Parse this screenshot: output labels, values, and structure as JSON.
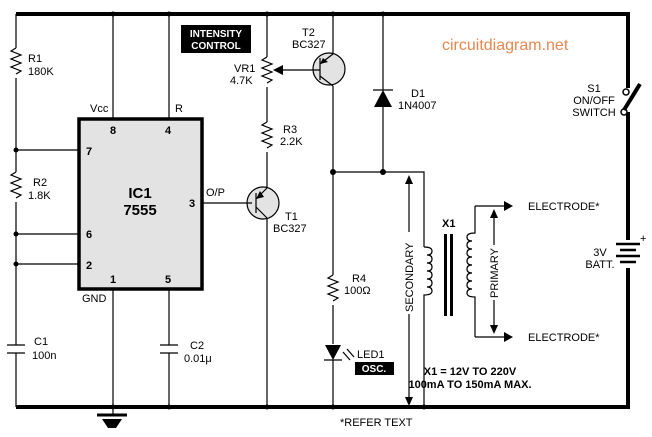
{
  "watermark": "circuitdiagram.net",
  "labels": {
    "intensity_control": [
      "INTENSITY",
      "CONTROL"
    ],
    "r1": {
      "name": "R1",
      "value": "180K"
    },
    "r2": {
      "name": "R2",
      "value": "1.8K"
    },
    "r3": {
      "name": "R3",
      "value": "2.2K"
    },
    "r4": {
      "name": "R4",
      "value": "100Ω"
    },
    "vr1": {
      "name": "VR1",
      "value": "4.7K"
    },
    "c1": {
      "name": "C1",
      "value": "100n"
    },
    "c2": {
      "name": "C2",
      "value": "0.01μ"
    },
    "t1": {
      "name": "T1",
      "value": "BC327"
    },
    "t2": {
      "name": "T2",
      "value": "BC327"
    },
    "d1": {
      "name": "D1",
      "value": "1N4007"
    },
    "led1": {
      "name": "LED1",
      "tag": "OSC."
    },
    "s1": [
      "S1",
      "ON/OFF",
      "SWITCH"
    ],
    "batt": [
      "3V",
      "BATT."
    ],
    "x1": "X1",
    "secondary": "SECONDARY",
    "primary": "PRIMARY",
    "electrode_top": "ELECTRODE*",
    "electrode_bottom": "ELECTRODE*",
    "note": [
      "X1 = 12V TO 220V",
      "100mA TO 150mA MAX."
    ],
    "refer": "*REFER TEXT",
    "ic1": {
      "name": "IC1",
      "part": "7555",
      "vcc": "Vcc",
      "reset": "R",
      "gnd": "GND",
      "op": "O/P",
      "pins": {
        "p8": "8",
        "p4": "4",
        "p7": "7",
        "p6": "6",
        "p2": "2",
        "p1": "1",
        "p5": "5",
        "p3": "3"
      }
    }
  }
}
